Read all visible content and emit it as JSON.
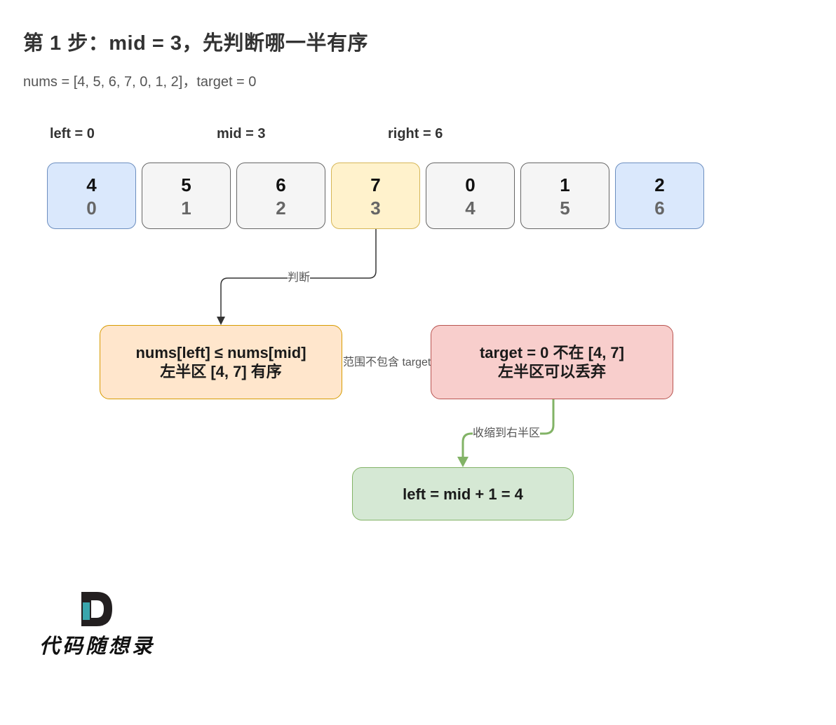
{
  "title": "第 1 步：mid = 3，先判断哪一半有序",
  "subtitle": "nums = [4, 5, 6, 7, 0, 1, 2]，target = 0",
  "pointers": {
    "left": "left = 0",
    "mid": "mid = 3",
    "right": "right = 6"
  },
  "cells": [
    {
      "value": "4",
      "index": "0",
      "style": "blue"
    },
    {
      "value": "5",
      "index": "1",
      "style": "gray"
    },
    {
      "value": "6",
      "index": "2",
      "style": "gray"
    },
    {
      "value": "7",
      "index": "3",
      "style": "yellow"
    },
    {
      "value": "0",
      "index": "4",
      "style": "gray"
    },
    {
      "value": "1",
      "index": "5",
      "style": "gray"
    },
    {
      "value": "2",
      "index": "6",
      "style": "blue"
    }
  ],
  "boxes": {
    "sorted": {
      "line1": "nums[left] ≤ nums[mid]",
      "line2": "左半区 [4, 7] 有序"
    },
    "discard": {
      "line1": "target = 0 不在 [4, 7]",
      "line2": "左半区可以丢弃"
    },
    "result": {
      "line1": "left = mid + 1 = 4"
    }
  },
  "edges": {
    "judge": "判断",
    "not_contain": "范围不包含 target",
    "shrink": "收缩到右半区"
  },
  "logo": {
    "text": "代码随想录"
  },
  "colors": {
    "blue_fill": "#dae8fc",
    "blue_stroke": "#6c8ebf",
    "gray_fill": "#f5f5f5",
    "gray_stroke": "#666666",
    "yellow_fill": "#fff2cc",
    "yellow_stroke": "#d6b656",
    "orange_fill": "#ffe6cc",
    "orange_stroke": "#d79b00",
    "red_fill": "#f8cecc",
    "red_stroke": "#b85450",
    "green_fill": "#d5e8d4",
    "green_stroke": "#82b366",
    "logo_teal": "#3aa6ad"
  }
}
